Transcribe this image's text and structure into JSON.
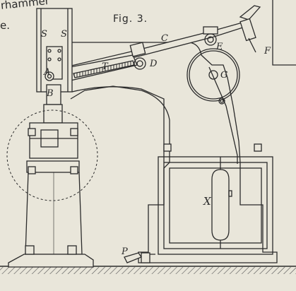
{
  "figure": {
    "caption": "Fig. 3.",
    "text_fragments": [
      "rhammer",
      "e."
    ],
    "part_labels": [
      "S",
      "S",
      "A",
      "B",
      "T",
      "D",
      "C",
      "E",
      "F",
      "G",
      "X",
      "P"
    ]
  },
  "colors": {
    "paper": "#e9e6da",
    "ink": "#2b2b2b",
    "hatch": "#555555"
  }
}
